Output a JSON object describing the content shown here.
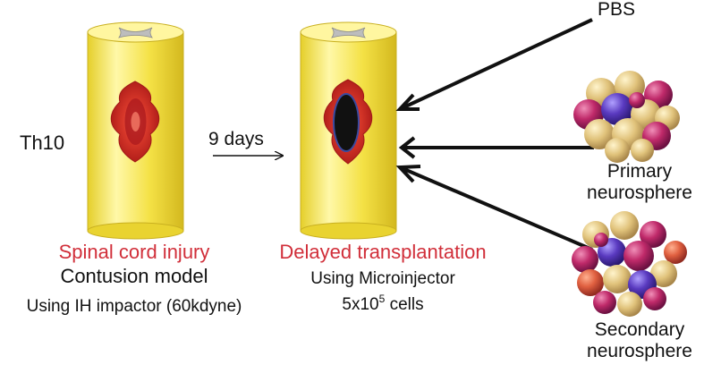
{
  "left": {
    "th10": "Th10",
    "title": "Spinal cord injury",
    "line1": "Contusion model",
    "line2": "Using IH impactor (60kdyne)"
  },
  "middle": {
    "delay": "9 days",
    "title": "Delayed transplantation",
    "line1": "Using Microinjector",
    "cells_base": "5x10",
    "cells_exp": "5",
    "cells_unit": " cells"
  },
  "right": {
    "pbs": "PBS",
    "primary_1": "Primary",
    "primary_2": "neurosphere",
    "secondary_1": "Secondary",
    "secondary_2": "neurosphere"
  },
  "colors": {
    "cord": "#f2df3a",
    "injury": "#d83a2a",
    "highlight_text": "#d12f3a",
    "cavity": "#111111"
  },
  "icons": [
    "spinal-cord-icon",
    "neurosphere-icon"
  ]
}
